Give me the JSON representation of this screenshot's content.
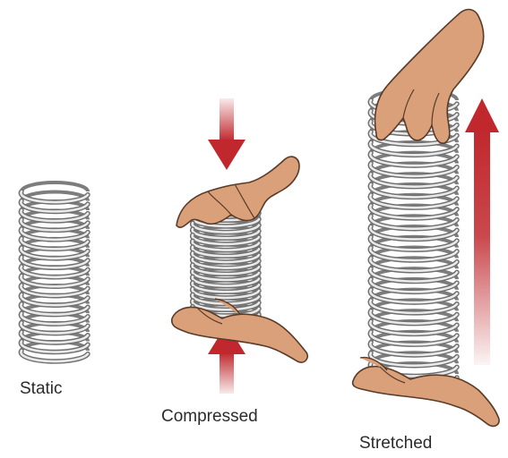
{
  "labels": {
    "static": "Static",
    "compressed": "Compressed",
    "stretched": "Stretched"
  },
  "colors": {
    "arrow": "#c0282d",
    "skin": "#d9a07a",
    "skin_outline": "#5a3a28",
    "coil_light": "#e9e9e9",
    "coil_dark": "#7d7d7d"
  },
  "icons": {
    "compress_top": "down-arrow-icon",
    "compress_bottom": "up-arrow-icon",
    "stretch": "up-arrow-icon",
    "hand": "hand-icon",
    "spring": "coil-spring-icon"
  }
}
